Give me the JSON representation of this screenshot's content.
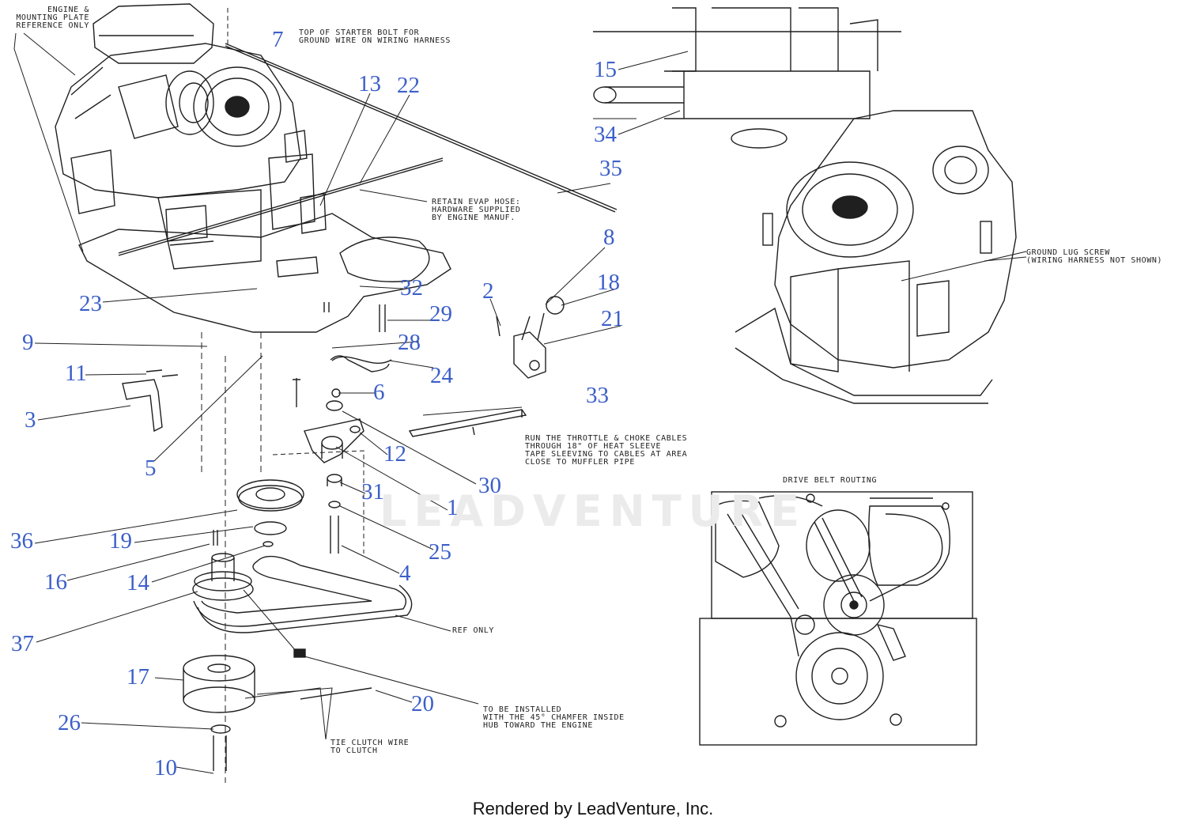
{
  "colors": {
    "callout": "#3c5fc8",
    "line": "#1f1f1f",
    "watermark": "#ebebeb"
  },
  "notes": {
    "engine_ref": [
      "ENGINE &",
      "MOUNTING PLATE",
      "REFERENCE ONLY"
    ],
    "starter_bolt": [
      "TOP OF STARTER BOLT FOR",
      "GROUND WIRE ON WIRING HARNESS"
    ],
    "evap_hose": [
      "RETAIN EVAP HOSE:",
      "HARDWARE SUPPLIED",
      "BY ENGINE MANUF."
    ],
    "ground_lug": [
      "GROUND LUG SCREW",
      "(WIRING HARNESS NOT SHOWN)"
    ],
    "throttle_cables": [
      "RUN THE THROTTLE & CHOKE CABLES",
      "THROUGH 18\" OF HEAT SLEEVE",
      "TAPE SLEEVING TO CABLES AT AREA",
      "CLOSE TO MUFFLER PIPE"
    ],
    "drive_belt_title": "DRIVE BELT ROUTING",
    "ref_only": "REF ONLY",
    "chamfer": [
      "TO BE INSTALLED",
      "WITH THE 45° CHAMFER INSIDE",
      "HUB TOWARD THE ENGINE"
    ],
    "tie_clutch": [
      "TIE CLUTCH WIRE",
      "TO CLUTCH"
    ]
  },
  "callouts": [
    "7",
    "13",
    "22",
    "15",
    "34",
    "35",
    "8",
    "18",
    "2",
    "21",
    "23",
    "32",
    "29",
    "9",
    "28",
    "24",
    "11",
    "6",
    "33",
    "3",
    "12",
    "30",
    "5",
    "31",
    "1",
    "36",
    "19",
    "25",
    "16",
    "14",
    "4",
    "37",
    "17",
    "20",
    "26",
    "10"
  ],
  "watermark": "LEADVENTURE",
  "footer": "Rendered by LeadVenture, Inc."
}
